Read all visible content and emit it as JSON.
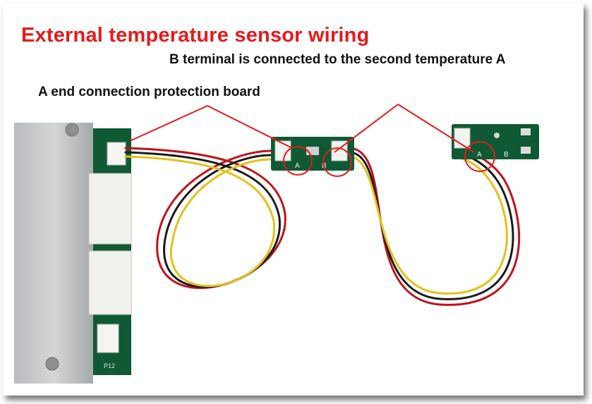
{
  "title": "External temperature sensor wiring",
  "caption_b": "B terminal is connected to the second temperature A",
  "caption_a": "A end connection protection board",
  "board_label": "P12",
  "labels": {
    "sensor1_a": "A",
    "sensor1_b": "B",
    "sensor2_a": "A",
    "sensor2_b": "B"
  },
  "colors": {
    "title": "#e41b1b",
    "pcb": "#0f5a34",
    "callout": "#e41b1b",
    "wire_red": "#c0121a",
    "wire_black": "#1a1a1a",
    "wire_yellow": "#e4c21a"
  }
}
